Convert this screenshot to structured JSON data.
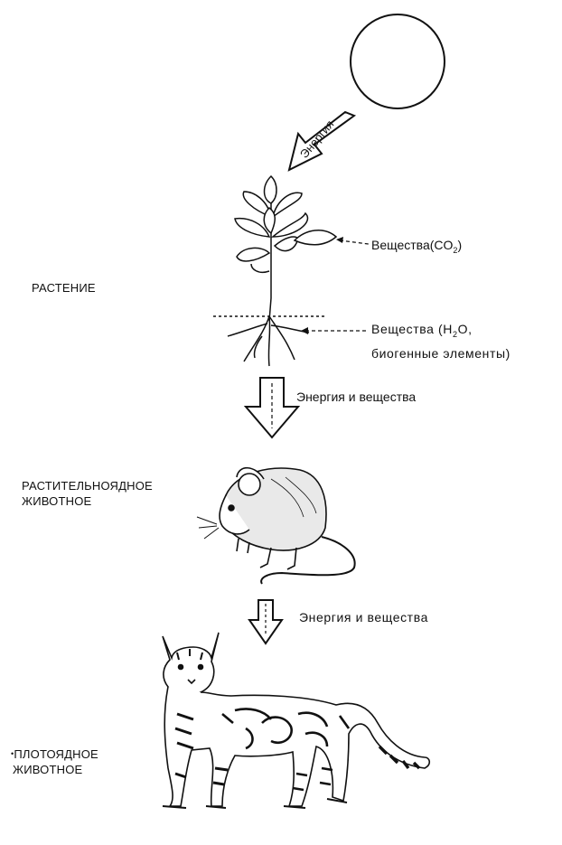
{
  "sun_arrow": {
    "label": "Энергия"
  },
  "plant": {
    "label": "РАСТЕНИЕ",
    "input_air": {
      "text": "Вещества",
      "formula": "(CO",
      "sub": "2",
      "close": ")"
    },
    "input_soil": {
      "line1_pre": "Вещества (H",
      "line1_sub": "2",
      "line1_post": "O,",
      "line2": "биогенные элементы)"
    }
  },
  "flow_1": {
    "label": "Энергия и вещества"
  },
  "herbivore": {
    "line1": "РАСТИТЕЛЬНОЯДНОЕ",
    "line2": "ЖИВОТНОЕ"
  },
  "flow_2": {
    "label": "Энергия и вещества"
  },
  "carnivore": {
    "line1": "ПЛОТОЯДНОЕ",
    "line2": "ЖИВОТНОЕ"
  }
}
